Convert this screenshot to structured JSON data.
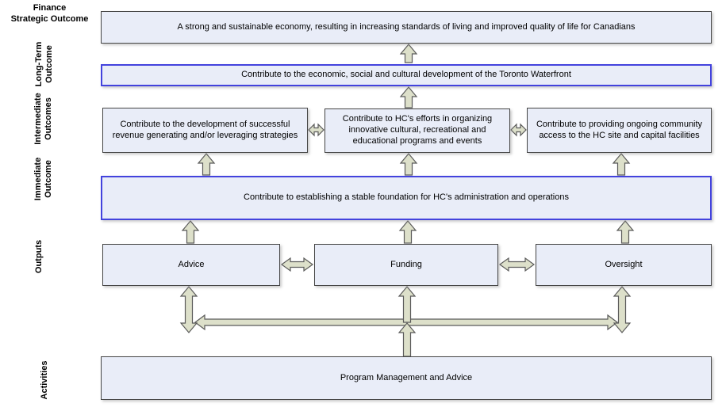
{
  "title": "Program logic model diagram",
  "colors": {
    "background": "#ffffff",
    "box_fill": "#e9edf8",
    "box_border": "#454545",
    "highlight_box_border": "#4343dd",
    "arrow_fill": "#dde0ca",
    "arrow_border": "#5a5a5a",
    "text": "#000000"
  },
  "side_labels": {
    "strategic": "Finance\nStrategic Outcome",
    "long_term": "Long-Term\nOutcome",
    "intermediate": "Intermediate\nOutcomes",
    "immediate": "Immediate\nOutcome",
    "outputs": "Outputs",
    "activities": "Activities"
  },
  "boxes": {
    "strategic_outcome": "A strong and sustainable economy, resulting in increasing standards of living and improved quality of life for Canadians",
    "long_term_outcome": "Contribute to the economic, social and cultural development of the Toronto Waterfront",
    "intermediate_left": "Contribute to the development of successful revenue generating and/or leveraging strategies",
    "intermediate_middle": "Contribute to HC's efforts in organizing innovative cultural, recreational and educational programs and events",
    "intermediate_right": "Contribute to providing ongoing community access to the HC site and capital facilities",
    "immediate_outcome": "Contribute to establishing a stable foundation for HC's administration and operations",
    "output_advice": "Advice",
    "output_funding": "Funding",
    "output_oversight": "Oversight",
    "activities": "Program Management and Advice"
  }
}
